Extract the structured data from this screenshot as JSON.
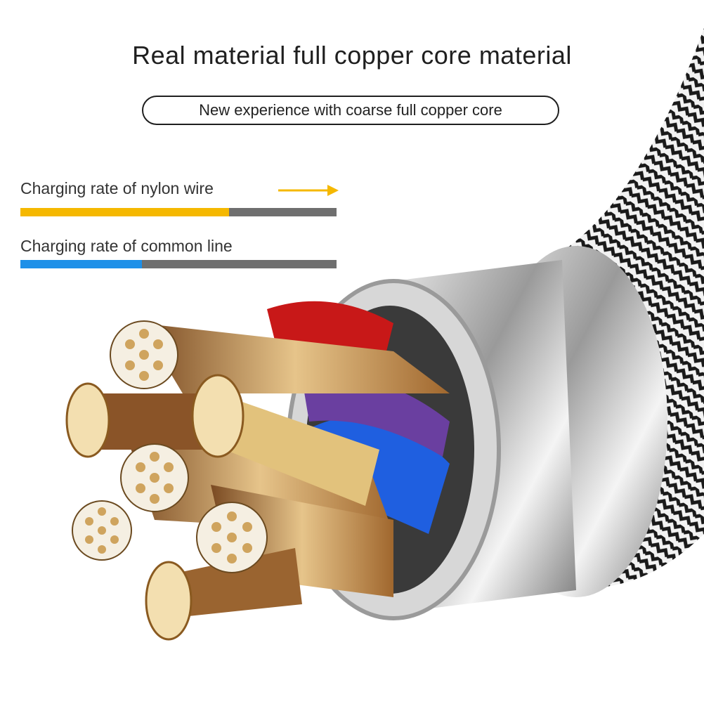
{
  "heading": {
    "title": "Real material full copper core material",
    "subtitle": "New experience with coarse full copper core"
  },
  "rates": [
    {
      "label": "Charging rate of nylon wire",
      "fill_fraction": 0.66,
      "fill_color": "#f5b800",
      "has_arrow": true
    },
    {
      "label": "Charging rate of common line",
      "fill_fraction": 0.385,
      "fill_color": "#1e90e8",
      "has_arrow": false
    }
  ],
  "colors": {
    "track": "#6f6f6f",
    "arrow": "#f5b800",
    "copper": "#d9a85a",
    "sleeve": "#c8c8c8"
  }
}
